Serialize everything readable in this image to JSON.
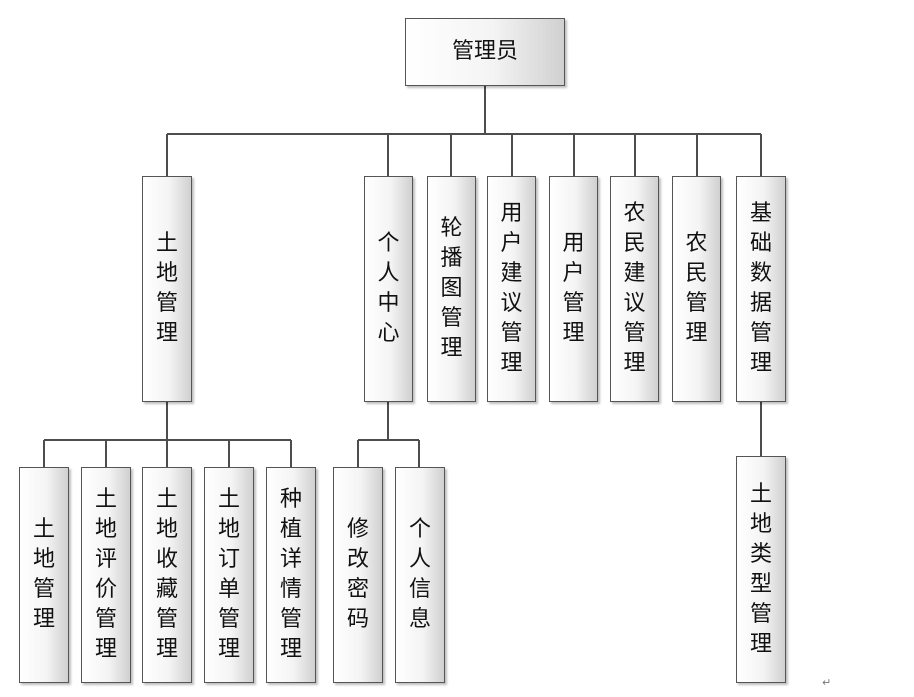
{
  "root": {
    "label": "管理员"
  },
  "level1": [
    {
      "id": "land",
      "label": "土地管理"
    },
    {
      "id": "personal",
      "label": "个人中心"
    },
    {
      "id": "carousel",
      "label": "轮播图管理"
    },
    {
      "id": "user_advice",
      "label": "用户建议管理"
    },
    {
      "id": "user",
      "label": "用户管理"
    },
    {
      "id": "farmer_advice",
      "label": "农民建议管理"
    },
    {
      "id": "farmer",
      "label": "农民管理"
    },
    {
      "id": "basic_data",
      "label": "基础数据管理"
    }
  ],
  "land_children": [
    {
      "label": "土地管理"
    },
    {
      "label": "土地评价管理"
    },
    {
      "label": "土地收藏管理"
    },
    {
      "label": "土地订单管理"
    },
    {
      "label": "种植详情管理"
    }
  ],
  "personal_children": [
    {
      "label": "修改密码"
    },
    {
      "label": "个人信息"
    }
  ],
  "basic_data_children": [
    {
      "label": "土地类型管理"
    }
  ],
  "colors": {
    "line": "#4d4d4d",
    "border": "#555555",
    "box_gradient_end": "#d0d0d0"
  }
}
